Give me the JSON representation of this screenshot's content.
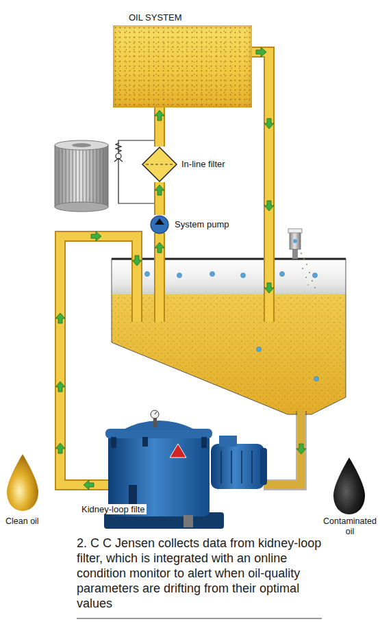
{
  "diagram": {
    "caption": "2. C C Jensen collects data from kidney-loop filter, which is integrated with an online condition monitor to alert when oil-quality parameters are drifting from their optimal values",
    "nodes": [
      {
        "text": [
          "OIL SYSTEM"
        ]
      },
      {
        "text": [
          "In-line filter"
        ]
      },
      {
        "text": [
          "System pump"
        ]
      },
      {
        "text": [
          "Kidney-loop filte"
        ]
      }
    ],
    "edges": [
      {
        "from": 2,
        "to": 1,
        "arrow": "to"
      },
      {
        "from": 1,
        "to": 0,
        "arrow": "to"
      }
    ],
    "labels": [
      "Clean oil",
      "Contaminated oil"
    ]
  }
}
